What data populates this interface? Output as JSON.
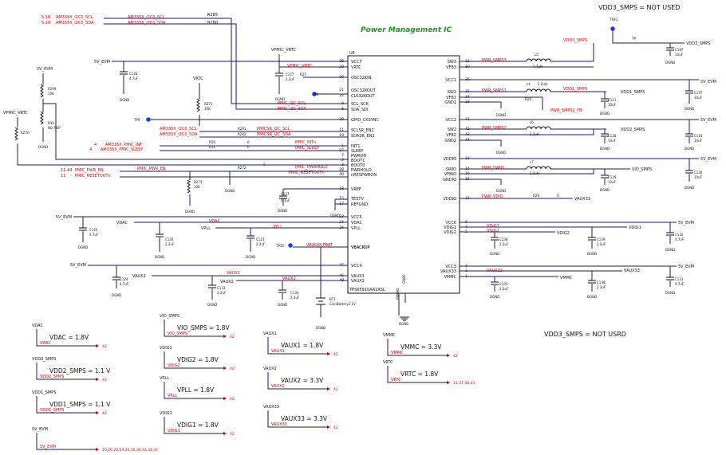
{
  "title": "Power Management IC",
  "header_note": "VDD3_SMPS = NOT USED",
  "footer_note": "VDD3_SMPS = NOT USRD",
  "ic": {
    "ref": "U5",
    "part": "TPS65910AA1RSL",
    "left_pins": [
      {
        "num": "28",
        "name": "VCC7"
      },
      {
        "num": "29",
        "name": "VRTC"
      },
      {
        "num": "20",
        "name": "OSC32KIN"
      },
      {
        "num": "21",
        "name": "OSC32KOUT"
      },
      {
        "num": "22",
        "name": "CLK32KOUT"
      },
      {
        "num": "9",
        "name": "SCL_SCK"
      },
      {
        "num": "8",
        "name": "SDA_SDI"
      },
      {
        "num": "39",
        "name": "GPIO_CKSYNC"
      },
      {
        "num": "11",
        "name": "SCLSR_EN1"
      },
      {
        "num": "10",
        "name": "SDASR_EN2"
      },
      {
        "num": "1",
        "name": "INT1"
      },
      {
        "num": "37",
        "name": "SLEEP"
      },
      {
        "num": "7",
        "name": "PWRON"
      },
      {
        "num": "2",
        "name": "BOOT1"
      },
      {
        "num": "3",
        "name": "BOOT0"
      },
      {
        "num": "38",
        "name": "PWRHOLD"
      },
      {
        "num": "40",
        "name": "nRESPWRON"
      },
      {
        "num": "18",
        "name": "VREF"
      },
      {
        "num": "15",
        "name": "TESTV"
      },
      {
        "num": "17",
        "name": "REFGND"
      },
      {
        "num": "23",
        "name": "VCC5"
      },
      {
        "num": "24",
        "name": "VDAC"
      },
      {
        "num": "24",
        "name": "VPLL"
      },
      {
        "num": "",
        "name": "VBACKUP"
      },
      {
        "num": "47",
        "name": "VCC4"
      },
      {
        "num": "46",
        "name": "VAUX1"
      },
      {
        "num": "48",
        "name": "VAUX2"
      }
    ],
    "right_pins": [
      {
        "num": "31",
        "name": "SW3"
      },
      {
        "num": "30",
        "name": "VFB3"
      },
      {
        "num": "36",
        "name": "VCC1"
      },
      {
        "num": "35",
        "name": "SW1"
      },
      {
        "num": "34",
        "name": "VFB1"
      },
      {
        "num": "33",
        "name": "GND1"
      },
      {
        "num": "41",
        "name": "VCC2"
      },
      {
        "num": "42",
        "name": "SW2"
      },
      {
        "num": "43",
        "name": "VFB2"
      },
      {
        "num": "44",
        "name": "GND2"
      },
      {
        "num": "13",
        "name": "VDDIO"
      },
      {
        "num": "14",
        "name": "SWIO"
      },
      {
        "num": "16",
        "name": "VFBIO"
      },
      {
        "num": "15",
        "name": "GNDIO"
      },
      {
        "num": "12",
        "name": "VDDIO"
      },
      {
        "num": "6",
        "name": "VCC6"
      },
      {
        "num": "4",
        "name": "VDIG1"
      },
      {
        "num": "5",
        "name": "VDIG2"
      },
      {
        "num": "3",
        "name": "VCC3"
      },
      {
        "num": "2",
        "name": "VAUX33"
      },
      {
        "num": "1",
        "name": "VMMC"
      }
    ],
    "bottom_pins": [
      {
        "num": "",
        "name": "PWPAD"
      },
      {
        "num": "",
        "name": "GNDP"
      }
    ]
  },
  "left_nets": {
    "i2c_scl": "AM335X_I2C0_SCL",
    "i2c_sda": "AM335X_I2C0_SDA",
    "i2c_ref": "5,18",
    "r285": "R285",
    "r280": "R280",
    "sr_scl": "AM335X_I2C0_SCL",
    "sr_sda": "AM335X_I2C0_SDA",
    "r281": "R281",
    "r282": "R282",
    "pmic_int_src": "AM335X_PMIC_INT",
    "pmic_sleep_src": "AM335X_PMIC_SLEEP",
    "int_ref": "4",
    "pmic_pwr_en_src": "PMIC_PWR_EN",
    "pmic_reset_src": "PMIC_RESETOUTn",
    "pwr_en_ref": "11,44",
    "reset_ref": "11",
    "r26": "R26",
    "r31": "R31",
    "r272": "R272",
    "r273": "R273",
    "r273_val": "10K",
    "zero": "0",
    "sv_evm": "5V_EVM",
    "vpmic_vrtc": "VPMIC_VRTC",
    "vrtc": "VRTC",
    "r269": "R269",
    "r269_val": "10K",
    "r30": "R30",
    "r30_val": "NO-POP",
    "rz70": "RZ70",
    "rz71": "RZ71",
    "rz71_val": "10K",
    "c122": "C122",
    "c122_val": "4.7uF",
    "c117": "C117",
    "c117_val": "2.2uF",
    "r25": "R25",
    "tp8": "TP8",
    "tp9": "TP9",
    "tp10": "TP10",
    "c127": "C127",
    "c127_val": "0.1uF",
    "c125": "C125",
    "c125_val": "4.7uF",
    "vdac": "VDAC",
    "vpll": "VPLL",
    "c126": "C126",
    "c126_val": "2.2uF",
    "c123": "C123",
    "c123_val": "2.2uF",
    "vbackup": "VBACKUP",
    "vbat": "VBACKUPBAT",
    "bt1": "BT1",
    "bt1_val": "CoinBattery2.1V",
    "c124": "C124",
    "c124_val": "4.7uF",
    "vaux1": "VAUX1",
    "vaux2": "VAUX2",
    "c133": "C133",
    "c133_val": "2.2uF",
    "c134": "C134",
    "c134_val": "2.2uF",
    "dgnd": "DGND",
    "pmic_vrtc": "VPMIC_VRTC",
    "pmic_i2c_scl": "PMIC_I2C_SCL",
    "pmic_i2c_sda": "PMIC_I2C_SDA",
    "pmicsr_scl": "PMICSR_I2C_SCL",
    "pmicsr_sda": "PMICSR_I2C_SDA",
    "pmic_intn": "PMIC_INTn",
    "pmic_sleep": "PMIC_SLEEP",
    "pmic_pwrhold": "PMIC_PWRHOLD",
    "pmic_resetn": "PMIC_RESETOUTn",
    "pmic_pwr_en": "PMIC_PWR_EN"
  },
  "right_nets": {
    "tp20": "TP20",
    "tp": "TP",
    "vdd3_smps": "VDD3_SMPS",
    "pwr_smps3": "PWR_SMPS3",
    "l5": "L5",
    "l5_val": "4.7uH",
    "c187": "C187",
    "c187_val": "10uF",
    "sv_evm": "5V_EVM",
    "c137": "C137",
    "c137_val": "10uF",
    "pwr_smps1": "PWR_SMPS1",
    "l4": "L4",
    "l4_val": "2.2uH",
    "vdd1_smps": "VDD1_SMPS",
    "r29": "R29",
    "pwr_smps1_fb": "PWR_SMPS1_FB",
    "c111": "C111",
    "c111_val": "10uF",
    "pwr_smps2": "PWR_SMPS2",
    "l6": "L6",
    "l6_val": "2.2uH",
    "vdd2_smps": "VDD2_SMPS",
    "c128": "C128",
    "c128_val": "10uF",
    "c118": "C118",
    "c118_val": "10uF",
    "pwr_swio": "PWR_SWIO",
    "l7": "L7",
    "l7_val": "2.2uH",
    "vio_smps": "VIO_SMPS",
    "c129": "C129",
    "c129_val": "10uF",
    "c130": "C130",
    "c130_val": "10uF",
    "pwr_vdio": "PWR_VDIO",
    "r28": "R28",
    "vaux33": "VAUX33",
    "vdig1": "VDIG1",
    "vdig2": "VDIG2",
    "c136": "C136",
    "c136_val": "2.2uF",
    "c139": "C139",
    "c139_val": "2.2uF",
    "c132": "C132",
    "c132_val": "4.7uF",
    "vmmc": "VMMC",
    "c135": "C135",
    "c135_val": "2.2uF",
    "c138": "C138",
    "c138_val": "2.2uF",
    "c131": "C131",
    "c131_val": "4.7uF"
  },
  "rails": [
    {
      "net": "VDAC",
      "label": "VDAC = 1.8V",
      "ref": "42"
    },
    {
      "net": "VDD2_SMPS",
      "label": "VDD2_SMPS = 1.1 V",
      "ref": "42"
    },
    {
      "net": "VDD1_SMPS",
      "label": "VDD1_SMPS = 1.1 V",
      "ref": "42"
    },
    {
      "net": "5V_EVM",
      "label": "",
      "ref": "20,26,28,29,34,35,36,44,45,47"
    },
    {
      "net": "VIO_SMPS",
      "label": "VIO_SMPS = 1.8V",
      "ref": "42"
    },
    {
      "net": "VDIG2",
      "label": "VDIG2 = 1.8V",
      "ref": "42"
    },
    {
      "net": "VPLL",
      "label": "VPLL = 1.8V",
      "ref": "42"
    },
    {
      "net": "VDIG1",
      "label": "VDIG1 = 1.8V",
      "ref": "42"
    },
    {
      "net": "VAUX1",
      "label": "VAUX1 = 1.8V",
      "ref": "42"
    },
    {
      "net": "VAUX2",
      "label": "VAUX2 = 3.3V",
      "ref": "42"
    },
    {
      "net": "VAUX33",
      "label": "VAUX33 = 3.3V",
      "ref": "42"
    },
    {
      "net": "VMMC",
      "label": "VMMC = 3.3V",
      "ref": "42"
    },
    {
      "net": "VRTC",
      "label": "VRTC = 1.8V",
      "ref": "11,37,38,45"
    }
  ]
}
